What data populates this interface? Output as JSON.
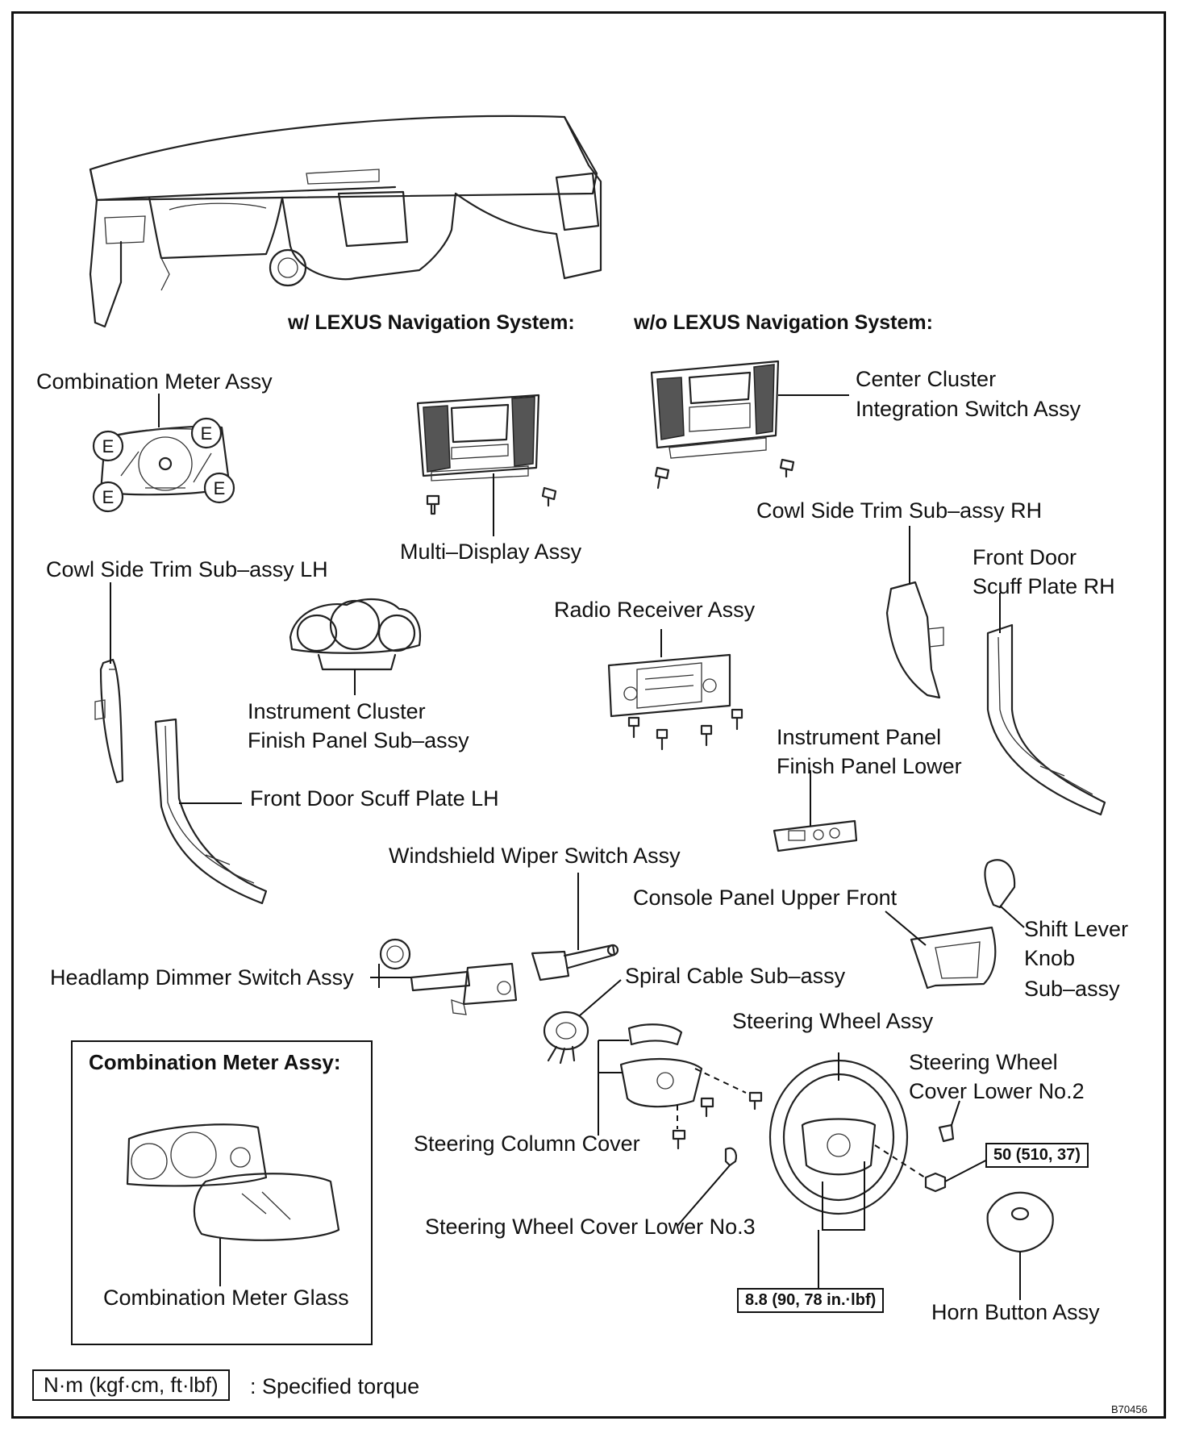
{
  "headers": {
    "with_nav": "w/ LEXUS Navigation System:",
    "without_nav": "w/o LEXUS Navigation System:"
  },
  "labels": {
    "combination_meter_assy": "Combination Meter Assy",
    "multi_display_assy": "Multi–Display Assy",
    "center_cluster_1": "Center Cluster",
    "center_cluster_2": "Integration Switch Assy",
    "cowl_side_rh": "Cowl Side Trim Sub–assy RH",
    "front_door_scuff_rh_1": "Front Door",
    "front_door_scuff_rh_2": "Scuff Plate RH",
    "cowl_side_lh": "Cowl Side Trim Sub–assy LH",
    "radio_receiver": "Radio Receiver Assy",
    "instrument_cluster_1": "Instrument Cluster",
    "instrument_cluster_2": "Finish Panel Sub–assy",
    "ip_finish_lower_1": "Instrument Panel",
    "ip_finish_lower_2": "Finish Panel Lower",
    "front_door_scuff_lh": "Front Door Scuff Plate LH",
    "wiper_switch": "Windshield Wiper Switch Assy",
    "console_panel": "Console Panel Upper Front",
    "shift_knob_1": "Shift Lever",
    "shift_knob_2": "Knob",
    "shift_knob_3": "Sub–assy",
    "headlamp_switch": "Headlamp Dimmer Switch Assy",
    "spiral_cable": "Spiral Cable Sub–assy",
    "steering_wheel": "Steering Wheel Assy",
    "sw_cover_no2_1": "Steering Wheel",
    "sw_cover_no2_2": "Cover Lower No.2",
    "steering_column_cover": "Steering Column Cover",
    "sw_cover_no3": "Steering Wheel Cover Lower No.3",
    "horn_button": "Horn Button Assy",
    "meter_glass": "Combination Meter Glass"
  },
  "connector_mark": "E",
  "torque_specs": {
    "wheel_nut": "50 (510, 37)",
    "airbag_screw": "8.8 (90, 78 in.·lbf)"
  },
  "inset": {
    "title": "Combination Meter Assy:"
  },
  "legend": {
    "box": "N·m (kgf·cm, ft·lbf)",
    "text": ": Specified torque"
  },
  "figure_id": "B70456"
}
